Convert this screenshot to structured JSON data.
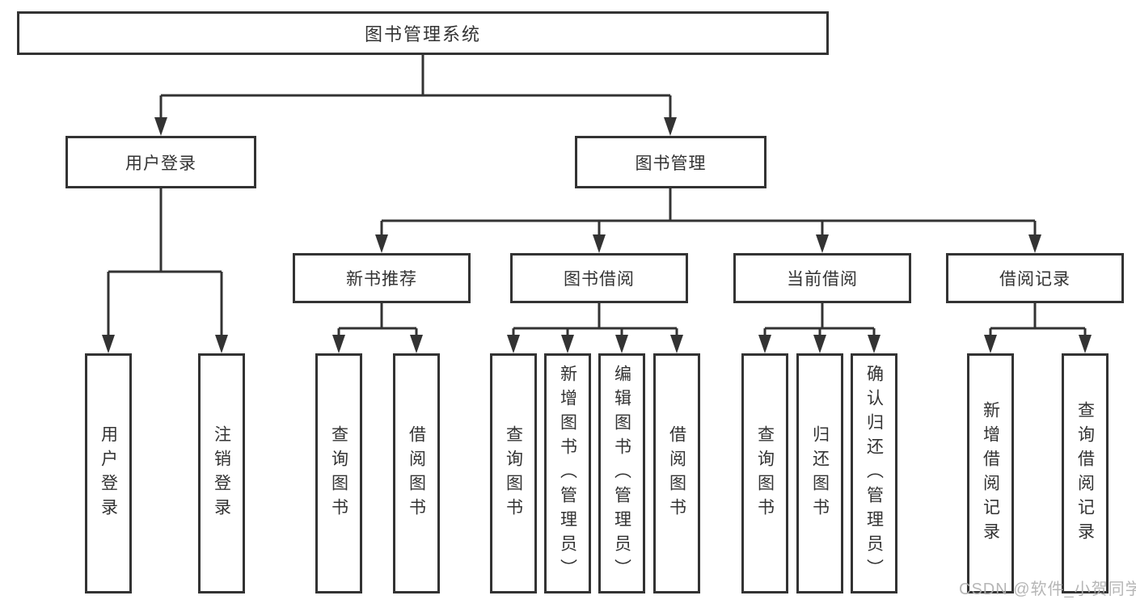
{
  "watermark": {
    "text": "CSDN @软件_小贺同学"
  },
  "colors": {
    "line": "#333333",
    "box_border": "#333333",
    "text": "#333333",
    "background": "#ffffff",
    "watermark": "#b0b0b0"
  },
  "tree": {
    "root": {
      "label": "图书管理系统"
    },
    "branches": [
      {
        "label": "用户登录",
        "children": [
          {
            "label": "用户登录"
          },
          {
            "label": "注销登录"
          }
        ]
      },
      {
        "label": "图书管理",
        "children": [
          {
            "label": "新书推荐",
            "children": [
              {
                "label": "查询图书"
              },
              {
                "label": "借阅图书"
              }
            ]
          },
          {
            "label": "图书借阅",
            "children": [
              {
                "label": "查询图书"
              },
              {
                "label": "新增图书（管理员）"
              },
              {
                "label": "编辑图书（管理员）"
              },
              {
                "label": "借阅图书"
              }
            ]
          },
          {
            "label": "当前借阅",
            "children": [
              {
                "label": "查询图书"
              },
              {
                "label": "归还图书"
              },
              {
                "label": "确认归还（管理员）"
              }
            ]
          },
          {
            "label": "借阅记录",
            "children": [
              {
                "label": "新增借阅记录"
              },
              {
                "label": "查询借阅记录"
              }
            ]
          }
        ]
      }
    ]
  }
}
